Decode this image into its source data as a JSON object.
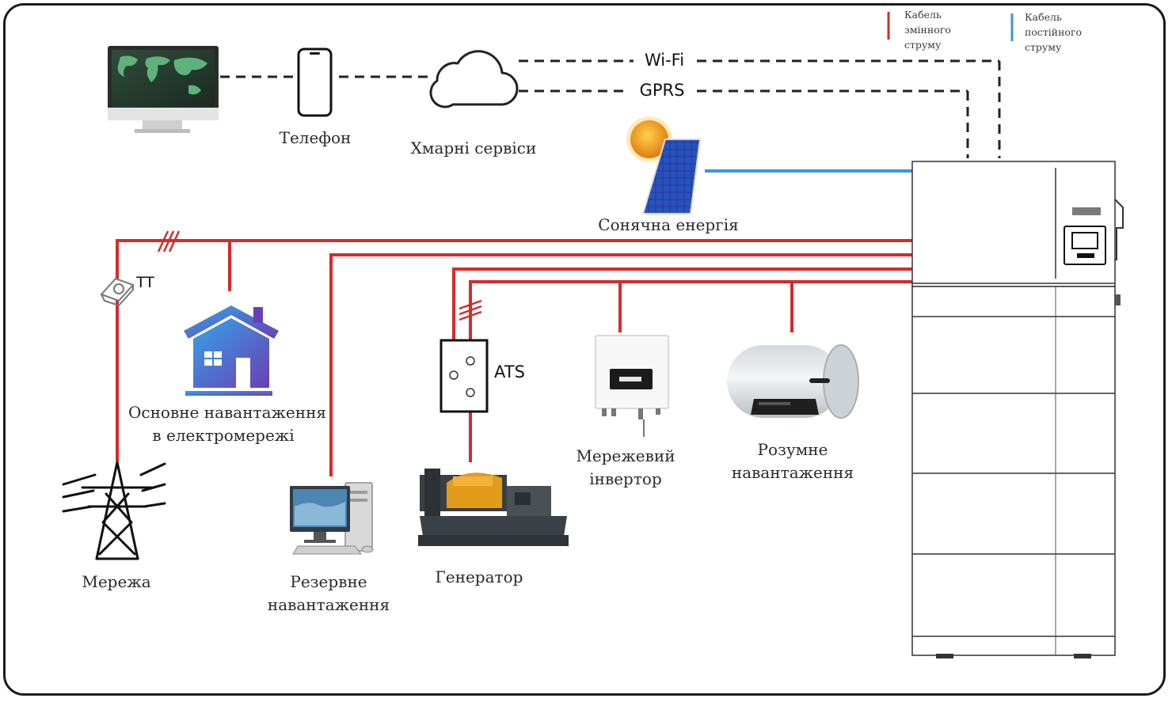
{
  "colors": {
    "ac_cable": "#d42b2b",
    "dc_cable": "#3d96cf",
    "dashed_link": "#222222"
  },
  "legend": {
    "ac_line1": "Кабель",
    "ac_line2": "змінного",
    "ac_line3": "струму",
    "dc_line1": "Кабель",
    "dc_line2": "постійного",
    "dc_line3": "струму"
  },
  "links": {
    "wifi": "Wi-Fi",
    "gprs": "GPRS"
  },
  "labels": {
    "phone": "Телефон",
    "cloud": "Хмарні сервіси",
    "solar": "Сонячна енергія",
    "ct": "TT",
    "home_line1": "Основне навантаження",
    "home_line2": "в електромережі",
    "grid": "Мережа",
    "backup_line1": "Резервне",
    "backup_line2": "навантаження",
    "ats": "ATS",
    "generator": "Генератор",
    "grid_inverter_line1": "Мережевий",
    "grid_inverter_line2": "інвертор",
    "smart_line1": "Розумне",
    "smart_line2": "навантаження"
  },
  "icons": {
    "monitor": "monitor-icon",
    "phone": "smartphone-icon",
    "cloud": "cloud-icon",
    "solar": "solar-panel-icon",
    "house": "house-icon",
    "tower": "power-tower-icon",
    "pc": "desktop-pc-icon",
    "generator": "generator-icon",
    "grid_inverter": "grid-inverter-icon",
    "heater": "water-heater-icon",
    "ct": "current-transformer-icon",
    "inverter": "hybrid-inverter-icon"
  }
}
